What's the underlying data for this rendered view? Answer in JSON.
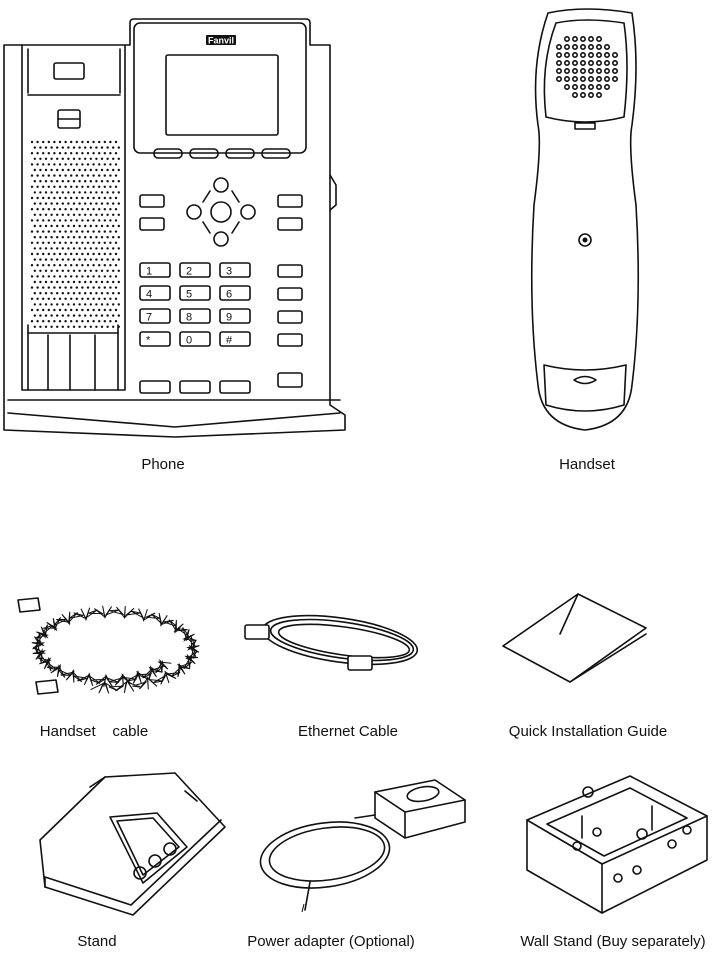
{
  "items": [
    {
      "id": "phone",
      "label": "Phone"
    },
    {
      "id": "handset",
      "label": "Handset"
    },
    {
      "id": "handset_cable",
      "label": "Handset    cable"
    },
    {
      "id": "ethernet_cable",
      "label": "Ethernet Cable"
    },
    {
      "id": "quick_guide",
      "label": "Quick Installation Guide"
    },
    {
      "id": "stand",
      "label": "Stand"
    },
    {
      "id": "power_adapter",
      "label": "Power adapter (Optional)"
    },
    {
      "id": "wall_stand",
      "label": "Wall Stand (Buy separately)"
    }
  ],
  "phone": {
    "brand": "Fanvil",
    "keypad": [
      "1",
      "2",
      "3",
      "4",
      "5",
      "6",
      "7",
      "8",
      "9",
      "*",
      "0",
      "#"
    ]
  }
}
